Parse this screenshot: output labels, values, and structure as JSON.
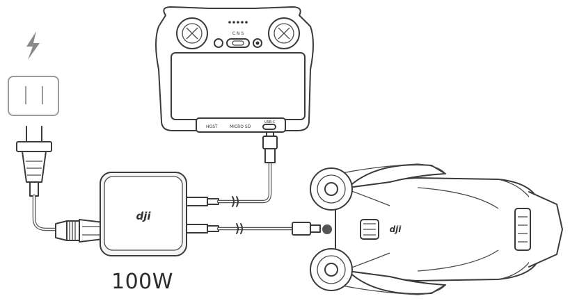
{
  "charger": {
    "logo": "dji",
    "wattage": "100W"
  },
  "remote_controller": {
    "port_labels": [
      "HOST",
      "MICRO SD",
      "USB-C"
    ]
  },
  "icons": [
    "power-icon",
    "wall-outlet-icon",
    "plug-icon"
  ],
  "colors": {
    "line": "#3a3a3a",
    "outlet": "#9a9a9a",
    "connector_dot": "#555555"
  }
}
